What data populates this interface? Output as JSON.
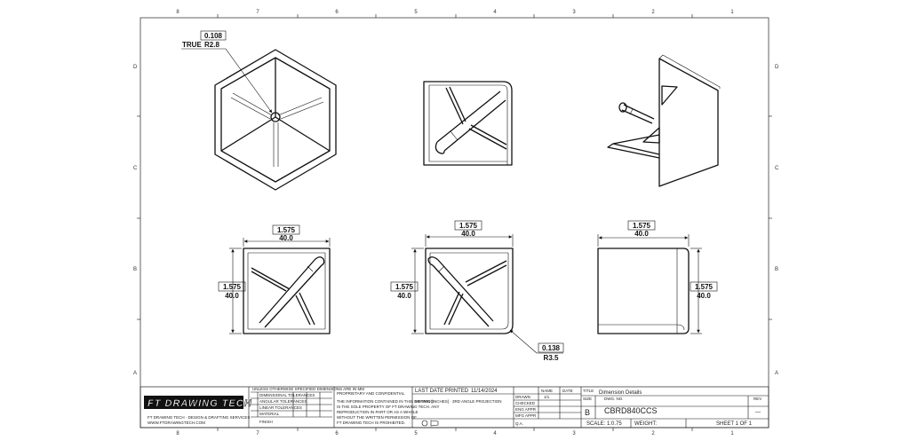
{
  "zones": {
    "top": [
      "8",
      "7",
      "6",
      "5",
      "4",
      "3",
      "2",
      "1"
    ],
    "bottom": [
      "8",
      "7",
      "6",
      "5",
      "4",
      "3",
      "2",
      "1"
    ],
    "left": [
      "D",
      "C",
      "B",
      "A"
    ],
    "right": [
      "D",
      "C",
      "B",
      "A"
    ]
  },
  "callouts": {
    "fillet_small": {
      "inch": "0.108",
      "mm": "R2.8",
      "prefix": "TRUE"
    },
    "fillet_large": {
      "inch": "0.138",
      "mm": "R3.5"
    }
  },
  "dimensions": {
    "front_width": {
      "inch": "1.575",
      "mm": "40.0"
    },
    "front_height": {
      "inch": "1.575",
      "mm": "40.0"
    },
    "side_width": {
      "inch": "1.575",
      "mm": "40.0"
    },
    "side_height": {
      "inch": "1.575",
      "mm": "40.0"
    },
    "back_width": {
      "inch": "1.575",
      "mm": "40.0"
    },
    "back_height": {
      "inch": "1.575",
      "mm": "40.0"
    }
  },
  "title_block": {
    "company_logo": "FT DRAWING TECH",
    "company_line1": "FT DRAWING TECH · DESIGN & DRAFTING SERVICES",
    "company_line2": "WWW.FTDRAWINGTECH.COM",
    "tolerance_header": "UNLESS OTHERWISE SPECIFIED DIMENSIONS ARE IN MM",
    "tolerance_rows": [
      "DIMENSIONAL TOLERANCES",
      "ANGULAR TOLERANCES",
      "LINEAR TOLERANCES",
      "MATERIAL",
      "FINISH"
    ],
    "proprietary_header": "PROPRIETARY AND CONFIDENTIAL",
    "proprietary_text": [
      "THE INFORMATION CONTAINED IN THIS DRAWING",
      "IS THE SOLE PROPERTY OF FT DRAWING TECH. ANY",
      "REPRODUCTION IN PART OR AS A WHOLE",
      "WITHOUT THE WRITTEN PERMISSION OF",
      "FT DRAWING TECH IS PROHIBITED."
    ],
    "last_printed_label": "LAST DATE PRINTED",
    "last_printed_value": "11/14/2024",
    "units_line": "METRIC [INCHES] · 3RD ANGLE PROJECTION",
    "sign_labels": [
      "DRAWN",
      "CHECKED",
      "ENG APPR",
      "MFG APPR",
      "Q.A."
    ],
    "col_headers": [
      "NAME",
      "DATE"
    ],
    "drawn_date": "1/1",
    "title_label": "TITLE",
    "title_value": "Dimension Details",
    "size_label": "SIZE",
    "size_value": "B",
    "dwg_no_label": "DWG. NO.",
    "dwg_no_value": "CBRD840CCS",
    "rev_label": "REV",
    "rev_value": "—",
    "scale": "SCALE: 1:0.75",
    "weight": "WEIGHT:",
    "sheet": "SHEET 1 OF 1"
  }
}
